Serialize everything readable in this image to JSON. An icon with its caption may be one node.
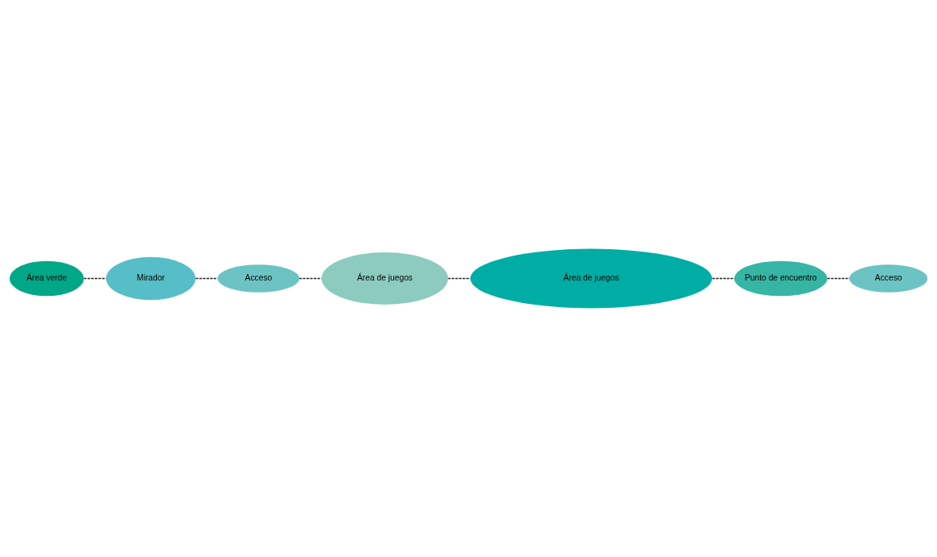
{
  "diagram": {
    "nodes": [
      {
        "text": [
          "Área verde"
        ]
      },
      {
        "text": [
          "Mirador"
        ]
      },
      {
        "text": [
          "Acceso"
        ]
      },
      {
        "text": [
          "Área de juegos"
        ]
      },
      {
        "text": [
          "Área de juegos"
        ]
      },
      {
        "text": [
          "Punto de encuentro"
        ]
      },
      {
        "text": [
          "Acceso"
        ]
      }
    ],
    "edges": [
      {
        "from": 0,
        "to": 1,
        "arrow": "none",
        "style": "dashed"
      },
      {
        "from": 1,
        "to": 2,
        "arrow": "none",
        "style": "dashed"
      },
      {
        "from": 2,
        "to": 3,
        "arrow": "none",
        "style": "dashed"
      },
      {
        "from": 3,
        "to": 4,
        "arrow": "none",
        "style": "dashed"
      },
      {
        "from": 4,
        "to": 5,
        "arrow": "none",
        "style": "dashed"
      },
      {
        "from": 5,
        "to": 6,
        "arrow": "none",
        "style": "dashed"
      }
    ]
  }
}
